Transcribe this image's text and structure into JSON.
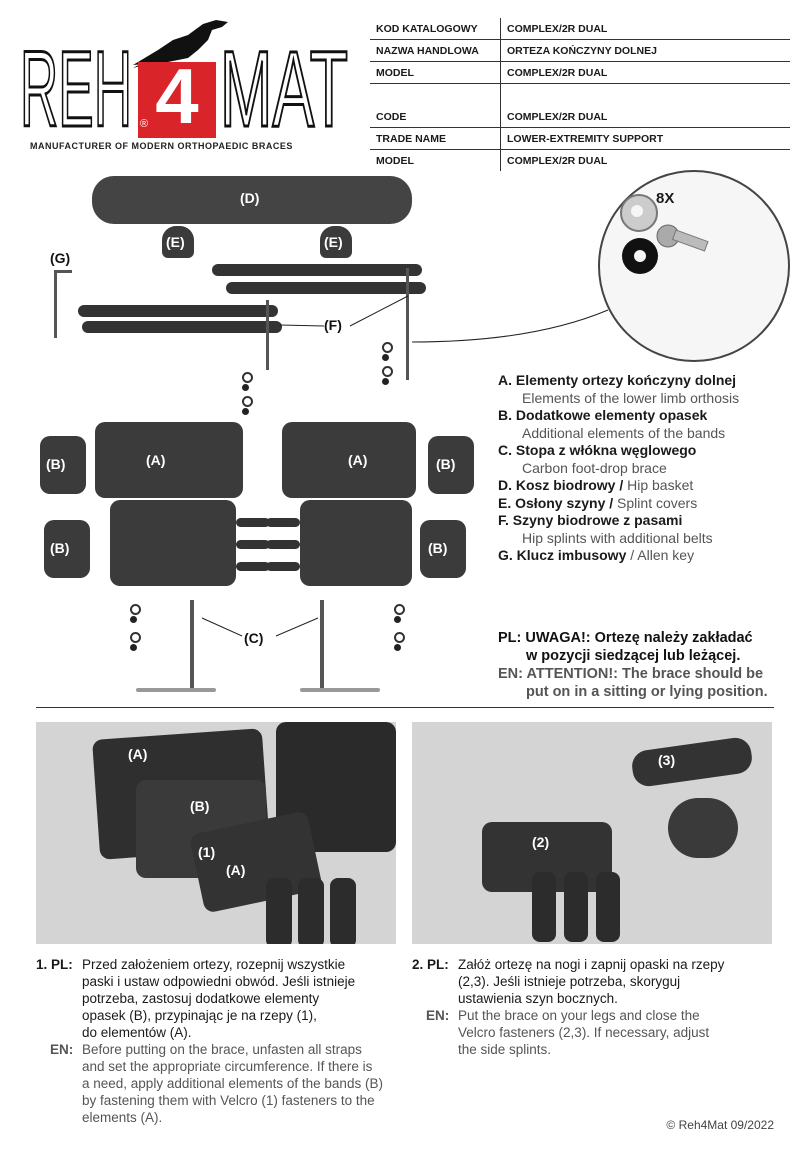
{
  "logo": {
    "text": "REH MAT",
    "digit": "4",
    "registered": "®",
    "tagline": "MANUFACTURER OF MODERN ORTHOPAEDIC BRACES"
  },
  "header": {
    "rows": [
      {
        "key": "KOD KATALOGOWY",
        "value": "COMPLEX/2R DUAL"
      },
      {
        "key": "NAZWA HANDLOWA",
        "value": "ORTEZA KOŃCZYNY DOLNEJ"
      },
      {
        "key": "MODEL",
        "value": "COMPLEX/2R DUAL"
      },
      {
        "key": "CODE",
        "value": "COMPLEX/2R DUAL"
      },
      {
        "key": "TRADE NAME",
        "value": "LOWER-EXTREMITY SUPPORT"
      },
      {
        "key": "MODEL",
        "value": "COMPLEX/2R DUAL"
      }
    ]
  },
  "figure": {
    "labels": {
      "A": "(A)",
      "B": "(B)",
      "C": "(C)",
      "D": "(D)",
      "E": "(E)",
      "F": "(F)",
      "G": "(G)"
    },
    "screw_count": "8X"
  },
  "legend": {
    "items": [
      {
        "letter": "A.",
        "pl": "Elementy ortezy kończyny dolnej",
        "en": "Elements of the lower limb orthosis"
      },
      {
        "letter": "B.",
        "pl": "Dodatkowe elementy opasek",
        "en": "Additional elements of the bands"
      },
      {
        "letter": "C.",
        "pl": "Stopa z włókna węglowego",
        "en": "Carbon foot-drop brace"
      },
      {
        "letter": "D.",
        "pl": "Kosz biodrowy /",
        "en_inline": " Hip basket"
      },
      {
        "letter": "E.",
        "pl": "Osłony szyny /",
        "en_inline": " Splint covers"
      },
      {
        "letter": "F.",
        "pl": " Szyny biodrowe z pasami",
        "en": "Hip splints with additional belts"
      },
      {
        "letter": "G.",
        "pl": "Klucz imbusowy",
        "en_inline": " / Allen key"
      }
    ]
  },
  "warning": {
    "pl_line1": "PL: UWAGA!: Ortezę należy zakładać",
    "pl_line2": "w pozycji siedzącej lub leżącej.",
    "en_line1": "EN: ATTENTION!: The brace should be",
    "en_line2": "put on in a sitting or lying position."
  },
  "photo1": {
    "labels": [
      "(A)",
      "(B)",
      "(1)",
      "(A)"
    ]
  },
  "photo2": {
    "labels": [
      "(2)",
      "(3)"
    ]
  },
  "step1": {
    "num": "1. PL:",
    "pl": [
      "Przed założeniem ortezy, rozepnij wszystkie",
      "paski i ustaw odpowiedni obwód. Jeśli istnieje",
      "potrzeba, zastosuj dodatkowe elementy",
      "opasek (B), przypinając je na rzepy (1),",
      "do elementów (A)."
    ],
    "en_label": "EN:",
    "en": [
      "Before putting on the brace, unfasten all straps",
      "and set the appropriate circumference. If there is",
      "a need, apply additional elements of the bands (B)",
      "by fastening them with Velcro (1) fasteners to the",
      "elements (A)."
    ]
  },
  "step2": {
    "num": "2. PL:",
    "pl": [
      "Załóż ortezę na nogi i zapnij opaski na rzepy",
      "(2,3). Jeśli istnieje potrzeba, skoryguj",
      "ustawienia szyn bocznych."
    ],
    "en_label": "EN:",
    "en": [
      "Put the brace on your legs and close the",
      "Velcro fasteners (2,3). If necessary, adjust",
      "the side splints."
    ]
  },
  "copyright": "© Reh4Mat 09/2022"
}
